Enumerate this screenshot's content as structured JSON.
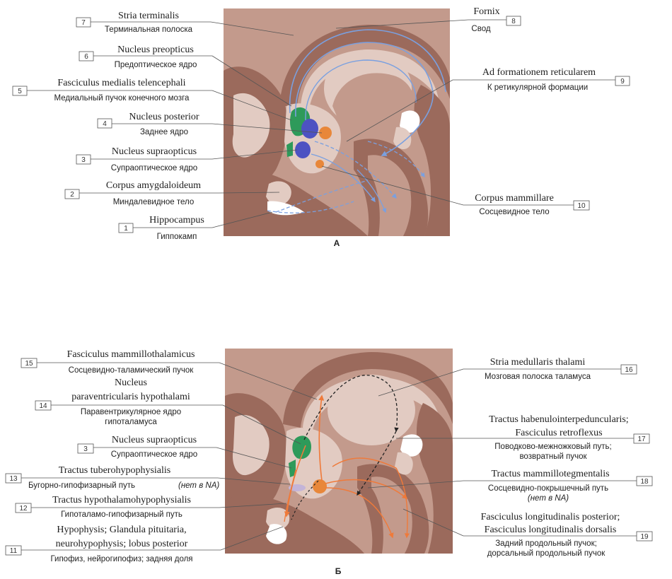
{
  "panels": {
    "a": "А",
    "b": "Б"
  },
  "colors": {
    "tissue_dark": "#9b6a5c",
    "tissue_mid": "#c39a8c",
    "tissue_light": "#e2cbc2",
    "nucleus_blue": "#4d52c2",
    "nucleus_green": "#2e9a5a",
    "nucleus_orange": "#e8873a",
    "pathway_blue": "#7aa0e0",
    "pathway_orange": "#ef7a3a",
    "pathway_black": "#222222"
  },
  "labels": [
    {
      "num": "1",
      "latin": "Hippocampus",
      "russian": "Гиппокамп"
    },
    {
      "num": "2",
      "latin": "Corpus amygdaloideum",
      "russian": "Миндалевидное тело"
    },
    {
      "num": "3",
      "latin": "Nucleus supraopticus",
      "russian": "Супраоптическое ядро"
    },
    {
      "num": "4",
      "latin": "Nucleus posterior",
      "russian": "Заднее ядро"
    },
    {
      "num": "5",
      "latin": "Fasciculus medialis telencephali",
      "russian": "Медиальный пучок конечного мозга"
    },
    {
      "num": "6",
      "latin": "Nucleus preopticus",
      "russian": "Предоптическое ядро"
    },
    {
      "num": "7",
      "latin": "Stria terminalis",
      "russian": "Терминальная полоска"
    },
    {
      "num": "8",
      "latin": "Fornix",
      "russian": "Свод"
    },
    {
      "num": "9",
      "latin": "Ad formationem reticularem",
      "russian": "К ретикулярной формации"
    },
    {
      "num": "10",
      "latin": "Corpus mammillare",
      "russian": "Сосцевидное тело"
    },
    {
      "num": "15",
      "latin": "Fasciculus mammillothalamicus",
      "russian": "Сосцевидно-таламический пучок"
    },
    {
      "num": "14",
      "latin1": "Nucleus",
      "latin2": "paraventricularis hypothalami",
      "russian1": "Паравентрикулярное ядро",
      "russian2": "гипоталамуса"
    },
    {
      "num": "3",
      "latin": "Nucleus supraopticus",
      "russian": "Супраоптическое ядро"
    },
    {
      "num": "13",
      "latin": "Tractus tuberohypophysialis",
      "russian": "Бугорно-гипофизарный путь",
      "russian_note": "(нет в NA)"
    },
    {
      "num": "12",
      "latin": "Tractus hypothalamohypophysialis",
      "russian": "Гипоталамо-гипофизарный путь"
    },
    {
      "num": "11",
      "latin1": "Hypophysis; Glandula pituitaria,",
      "latin2": "neurohypophysis; lobus posterior",
      "russian": "Гипофиз, нейрогипофиз; задняя доля"
    },
    {
      "num": "16",
      "latin": "Stria medullaris thalami",
      "russian": "Мозговая полоска таламуса"
    },
    {
      "num": "17",
      "latin1": "Tractus habenulointerpeduncularis;",
      "latin2": "Fasciculus retroflexus",
      "russian1": "Поводково-межножковый путь;",
      "russian2": "возвратный пучок"
    },
    {
      "num": "18",
      "latin": "Tractus mammillotegmentalis",
      "russian1": "Сосцевидно-покрышечный путь",
      "russian2": "(нет в NA)"
    },
    {
      "num": "19",
      "latin1": "Fasciculus longitudinalis posterior;",
      "latin2": "Fasciculus longitudinalis dorsalis",
      "russian1": "Задний продольный пучок;",
      "russian2": "дорсальный продольный пучок"
    }
  ]
}
